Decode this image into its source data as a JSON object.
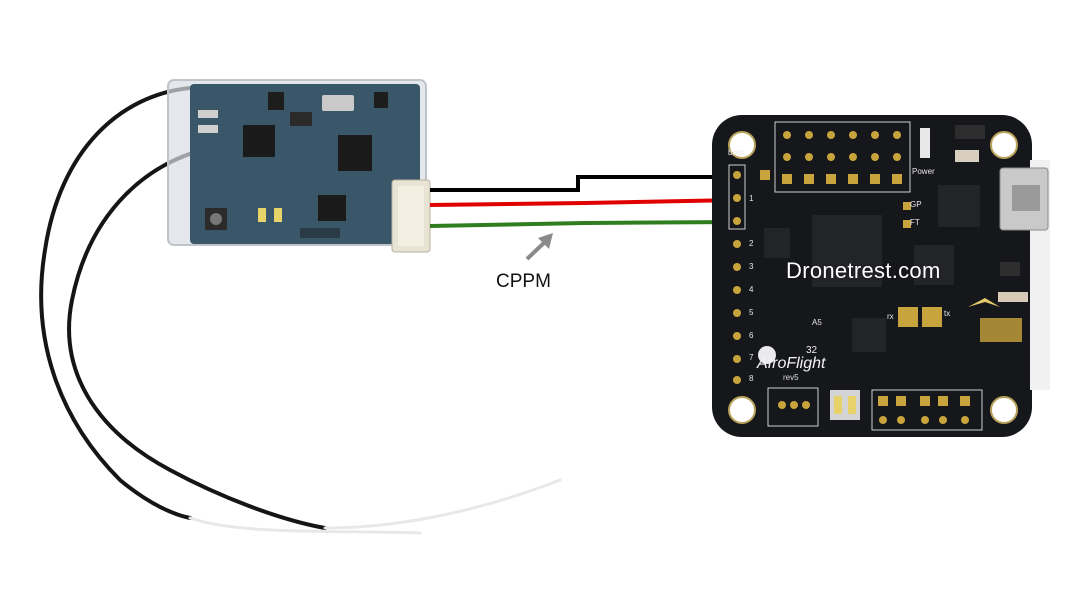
{
  "annotation": {
    "cppm_label": "CPPM"
  },
  "watermark": "Dronetrest.com",
  "flight_controller": {
    "logo": "AfroFlight",
    "logo_suffix": "32",
    "rev_text": "rev5",
    "pin_numbers": [
      "1",
      "2",
      "3",
      "4",
      "5",
      "6",
      "7",
      "8"
    ],
    "labels": {
      "boot": "boot",
      "power": "Power",
      "gp": "GP",
      "ft": "FT",
      "rx": "rx",
      "tx": "tx",
      "a5": "A5"
    }
  },
  "colors": {
    "wire_ground": "#000000",
    "wire_power": "#e00000",
    "wire_signal": "#2f7d1e",
    "pcb_receiver": "#3a5669",
    "pcb_flight_controller": "#16171b",
    "arrow": "#8a8a8a"
  },
  "icons": [
    "arrow-icon"
  ]
}
